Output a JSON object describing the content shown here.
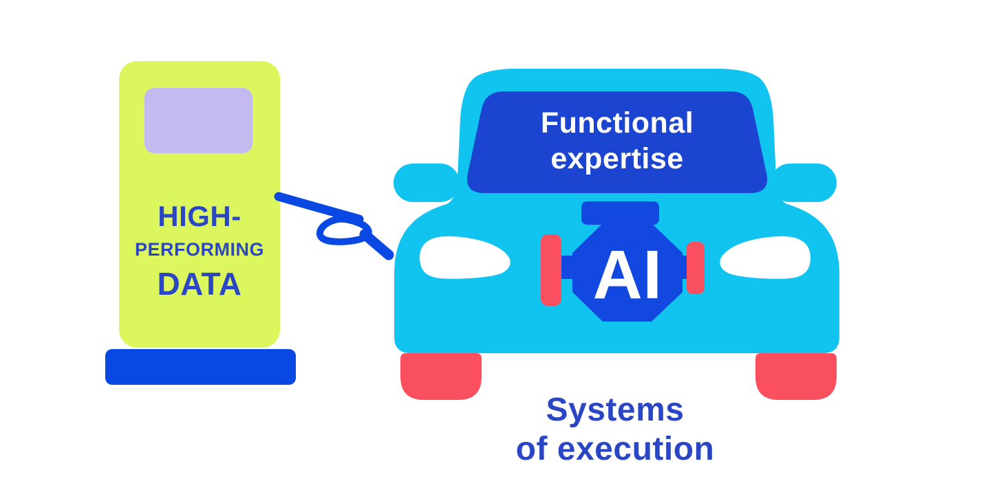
{
  "illustration": {
    "pump": {
      "line1": "HIGH-",
      "line2": "PERFORMING",
      "line3": "DATA"
    },
    "car": {
      "windshield_label": "Functional\nexpertise",
      "engine_label": "AI"
    },
    "caption": "Systems\nof execution",
    "colors": {
      "background": "#ffffff",
      "pump_body": "#dcf75d",
      "pump_screen": "#c4baf0",
      "deep_blue": "#0a48e4",
      "text_blue": "#2b46c4",
      "car_cyan": "#10c4ef",
      "windshield_blue": "#1b44d0",
      "engine_blue": "#1348e0",
      "accent_red": "#f94f5e",
      "headlight_white": "#ffffff"
    }
  }
}
